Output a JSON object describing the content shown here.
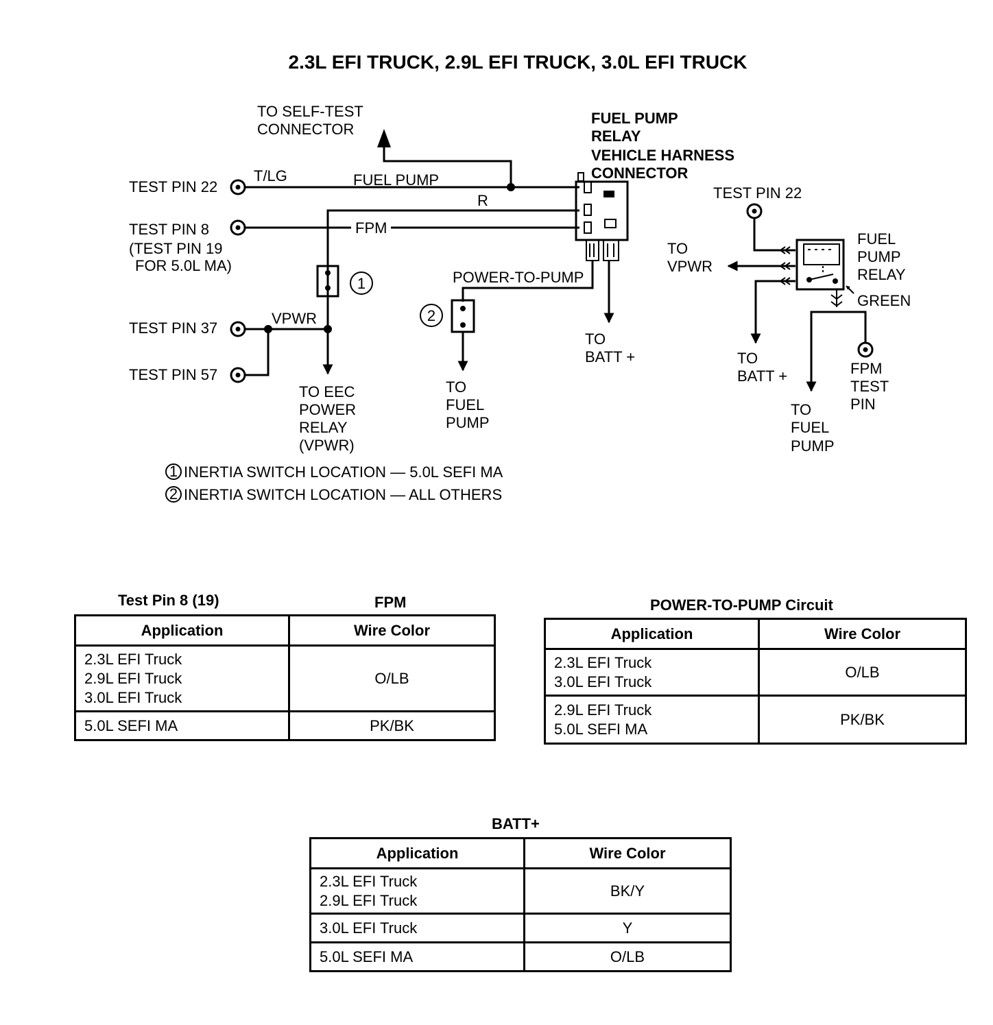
{
  "title": "2.3L EFI TRUCK, 2.9L EFI TRUCK, 3.0L EFI TRUCK",
  "diagram": {
    "self_test_lines": [
      "TO SELF-TEST",
      "CONNECTOR"
    ],
    "relay_connector_lines": [
      "FUEL PUMP",
      "RELAY",
      "VEHICLE HARNESS",
      "CONNECTOR"
    ],
    "test_pin_22": "TEST PIN 22",
    "wire_tlg": "T/LG",
    "wire_fuel_pump": "FUEL PUMP",
    "wire_r": "R",
    "test_pin_8": "TEST PIN 8",
    "test_pin_19_lines": [
      "(TEST PIN 19",
      "FOR 5.0L MA)"
    ],
    "wire_fpm": "FPM",
    "marker_1": "1",
    "marker_2": "2",
    "wire_power_to_pump": "POWER-TO-PUMP",
    "wire_vpwr": "VPWR",
    "test_pin_37": "TEST PIN 37",
    "test_pin_57": "TEST PIN 57",
    "to_eec_lines": [
      "TO EEC",
      "POWER",
      "RELAY",
      "(VPWR)"
    ],
    "to_fuel_pump_left_lines": [
      "TO",
      "FUEL",
      "PUMP"
    ],
    "to_batt_left_lines": [
      "TO",
      "BATT +"
    ],
    "right_test_pin_22": "TEST PIN 22",
    "to_vpwr_lines": [
      "TO",
      "VPWR"
    ],
    "fuel_pump_relay_lines": [
      "FUEL",
      "PUMP",
      "RELAY"
    ],
    "green": "GREEN",
    "to_batt_right_lines": [
      "TO",
      "BATT +"
    ],
    "fpm_test_pin_lines": [
      "FPM",
      "TEST",
      "PIN"
    ],
    "to_fuel_pump_right_lines": [
      "TO",
      "FUEL",
      "PUMP"
    ],
    "legend": [
      {
        "num": "1",
        "text": "INERTIA SWITCH LOCATION — 5.0L SEFI MA"
      },
      {
        "num": "2",
        "text": "INERTIA SWITCH LOCATION — ALL OTHERS"
      }
    ]
  },
  "tables": {
    "fpm": {
      "caption_left": "Test Pin 8 (19)",
      "caption_right": "FPM",
      "header": [
        "Application",
        "Wire Color"
      ],
      "rows": [
        {
          "apps": [
            "2.3L EFI Truck",
            "2.9L EFI Truck",
            "3.0L EFI Truck"
          ],
          "color": "O/LB"
        },
        {
          "apps": [
            "5.0L SEFI MA"
          ],
          "color": "PK/BK"
        }
      ]
    },
    "power_to_pump": {
      "caption": "POWER-TO-PUMP Circuit",
      "header": [
        "Application",
        "Wire Color"
      ],
      "rows": [
        {
          "apps": [
            "2.3L EFI Truck",
            "3.0L EFI Truck"
          ],
          "color": "O/LB"
        },
        {
          "apps": [
            "2.9L EFI Truck",
            "5.0L SEFI MA"
          ],
          "color": "PK/BK"
        }
      ]
    },
    "batt": {
      "caption": "BATT+",
      "header": [
        "Application",
        "Wire Color"
      ],
      "rows": [
        {
          "apps": [
            "2.3L EFI Truck",
            "2.9L EFI Truck"
          ],
          "color": "BK/Y"
        },
        {
          "apps": [
            "3.0L EFI Truck"
          ],
          "color": "Y"
        },
        {
          "apps": [
            "5.0L SEFI MA"
          ],
          "color": "O/LB"
        }
      ]
    }
  }
}
